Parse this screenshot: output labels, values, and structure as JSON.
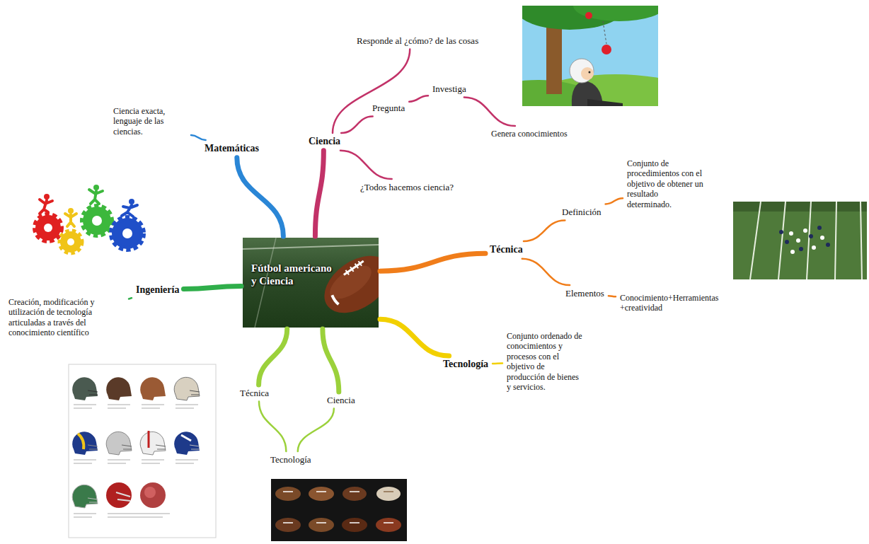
{
  "diagram": {
    "nodes": [
      {
        "text": [
          "Fútbol americano y Ciencia"
        ]
      },
      {
        "text": [
          "Ciencia"
        ]
      },
      {
        "text": [
          "Responde al ¿cómo? de las cosas"
        ]
      },
      {
        "text": [
          "Pregunta"
        ]
      },
      {
        "text": [
          "Investiga"
        ]
      },
      {
        "text": [
          "Genera conocimientos"
        ]
      },
      {
        "text": [
          "¿Todos hacemos ciencia?"
        ]
      },
      {
        "text": [
          "Matemáticas"
        ]
      },
      {
        "text": [
          "Ciencia exacta, lenguaje de las ciencias."
        ]
      },
      {
        "text": [
          "Técnica"
        ]
      },
      {
        "text": [
          "Definición"
        ]
      },
      {
        "text": [
          "Conjunto de procedimientos con el objetivo de obtener un resultado determinado."
        ]
      },
      {
        "text": [
          "Elementos"
        ]
      },
      {
        "text": [
          "Conocimiento+Herramientas +creatividad"
        ]
      },
      {
        "text": [
          "Ingeniería"
        ]
      },
      {
        "text": [
          "Creación, modificación y utilización de tecnología articuladas a través del conocimiento científico"
        ]
      },
      {
        "text": [
          "Tecnología"
        ]
      },
      {
        "text": [
          "Conjunto ordenado de conocimientos y procesos con el objetivo de producción de bienes y servicios."
        ]
      },
      {
        "text": [
          "Técnica"
        ]
      },
      {
        "text": [
          "Ciencia"
        ]
      },
      {
        "text": [
          "Tecnología"
        ]
      }
    ],
    "edges": [
      {
        "from": 0,
        "to": 1,
        "arrow": "none"
      },
      {
        "from": 1,
        "to": 2,
        "arrow": "none"
      },
      {
        "from": 1,
        "to": 3,
        "arrow": "none"
      },
      {
        "from": 3,
        "to": 4,
        "arrow": "none"
      },
      {
        "from": 4,
        "to": 5,
        "arrow": "none"
      },
      {
        "from": 1,
        "to": 6,
        "arrow": "none"
      },
      {
        "from": 0,
        "to": 7,
        "arrow": "none"
      },
      {
        "from": 7,
        "to": 8,
        "arrow": "none"
      },
      {
        "from": 0,
        "to": 9,
        "arrow": "none"
      },
      {
        "from": 9,
        "to": 10,
        "arrow": "none"
      },
      {
        "from": 10,
        "to": 11,
        "arrow": "none"
      },
      {
        "from": 9,
        "to": 12,
        "arrow": "none"
      },
      {
        "from": 12,
        "to": 13,
        "arrow": "none"
      },
      {
        "from": 0,
        "to": 14,
        "arrow": "none"
      },
      {
        "from": 14,
        "to": 15,
        "arrow": "none"
      },
      {
        "from": 0,
        "to": 16,
        "arrow": "none"
      },
      {
        "from": 16,
        "to": 17,
        "arrow": "none"
      },
      {
        "from": 0,
        "to": 18,
        "arrow": "none"
      },
      {
        "from": 0,
        "to": 19,
        "arrow": "none"
      },
      {
        "from": 18,
        "to": 20,
        "arrow": "none"
      },
      {
        "from": 19,
        "to": 20,
        "arrow": "none"
      }
    ]
  }
}
